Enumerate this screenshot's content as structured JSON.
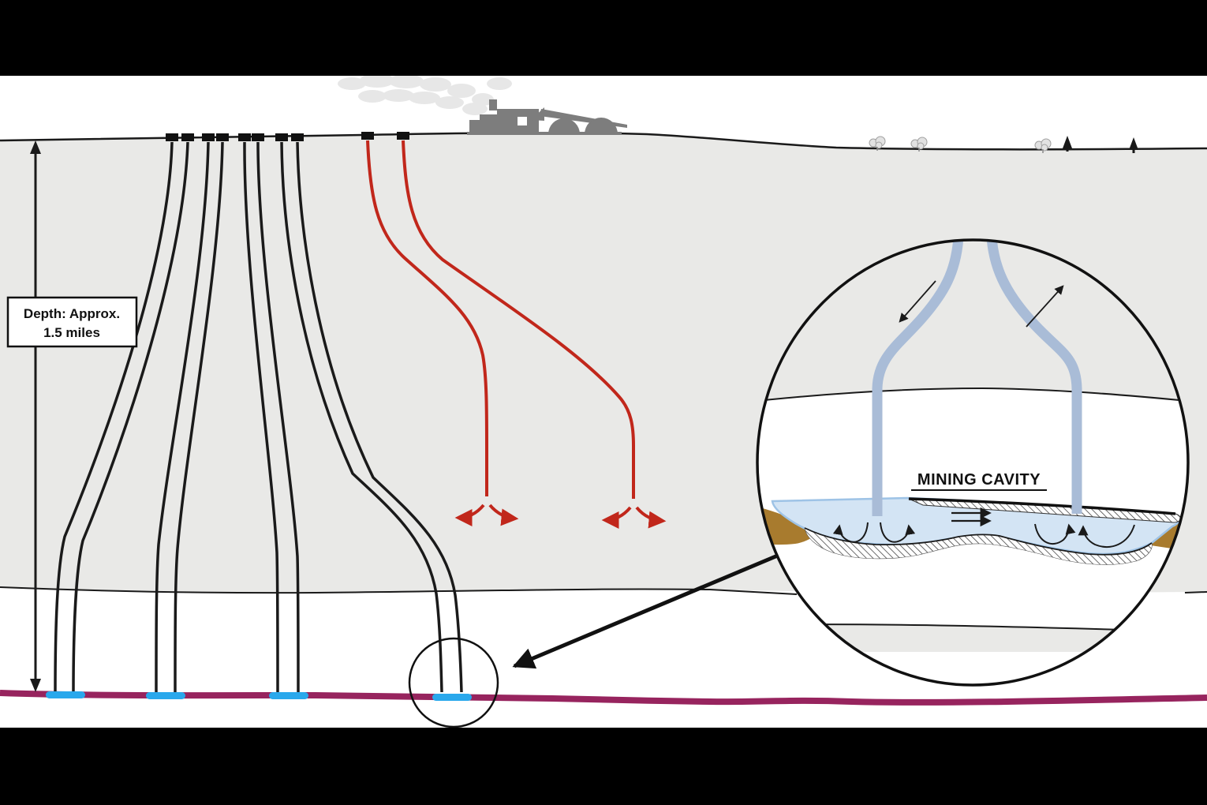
{
  "diagram": {
    "depth_label": {
      "line1": "Depth: Approx.",
      "line2": "1.5 miles"
    },
    "inset": {
      "title": "MINING CAVITY"
    },
    "counts": {
      "black_well_pairs": 4,
      "black_wells": 8,
      "red_injection_wells": 2,
      "well_bottom_markers": 4
    },
    "colors": {
      "letterbox_black": "#000000",
      "ground_gray": "#e9e9e7",
      "line_black": "#1a1a1a",
      "injection_red": "#c1271b",
      "target_layer_purple": "#97245e",
      "well_bottom_blue": "#29a8ec",
      "tube_blue": "#a9bcd7",
      "cavity_fill_blue": "#d3e4f4",
      "cavity_border_blue": "#9ec3e6",
      "sediment_brown": "#a87b2e",
      "factory_gray": "#7d7d7d",
      "smoke_gray": "#e3e3e3"
    },
    "icons": [
      "factory-icon",
      "smoke-icon",
      "deciduous-tree-icon",
      "conifer-tree-icon",
      "depth-arrow-icon",
      "magnifier-circle-icon"
    ]
  }
}
